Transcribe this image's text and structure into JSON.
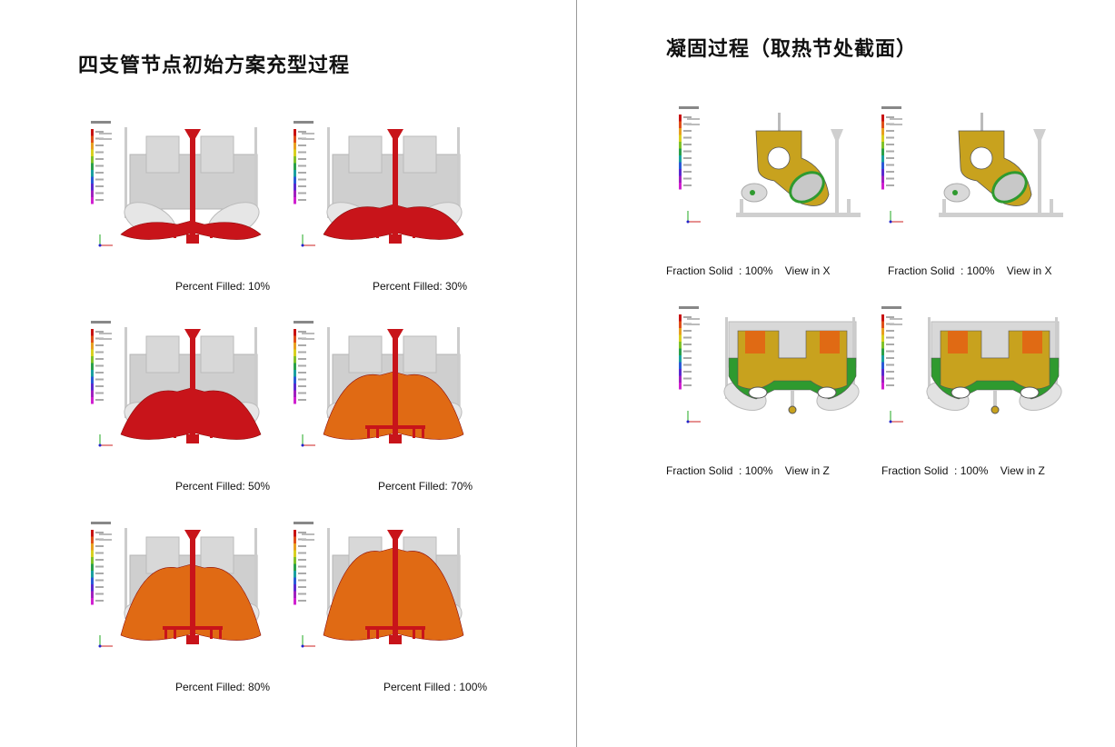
{
  "left": {
    "title": "四支管节点初始方案充型过程",
    "captions": [
      "Percent Filled: 10%",
      "Percent Filled: 30%",
      "Percent Filled: 50%",
      "Percent Filled: 70%",
      "Percent Filled: 80%",
      "Percent Filled : 100%"
    ],
    "fill_levels": [
      0.1,
      0.3,
      0.5,
      0.7,
      0.8,
      1.0
    ]
  },
  "right": {
    "title": "凝固过程（取热节处截面）",
    "captions": [
      {
        "label": "Fraction Solid",
        "value": ": 100%",
        "view": "View in X"
      },
      {
        "label": "Fraction Solid",
        "value": ": 100%",
        "view": "View in X"
      },
      {
        "label": "Fraction Solid",
        "value": ": 100%",
        "view": "View in Z"
      },
      {
        "label": "Fraction Solid",
        "value": ": 100%",
        "view": "View in Z"
      }
    ]
  },
  "colors": {
    "melt": "#c8141a",
    "orange": "#e06a14",
    "gray": "#cfcfcf",
    "green": "#2f9a2f",
    "yellow": "#c8a21e"
  }
}
